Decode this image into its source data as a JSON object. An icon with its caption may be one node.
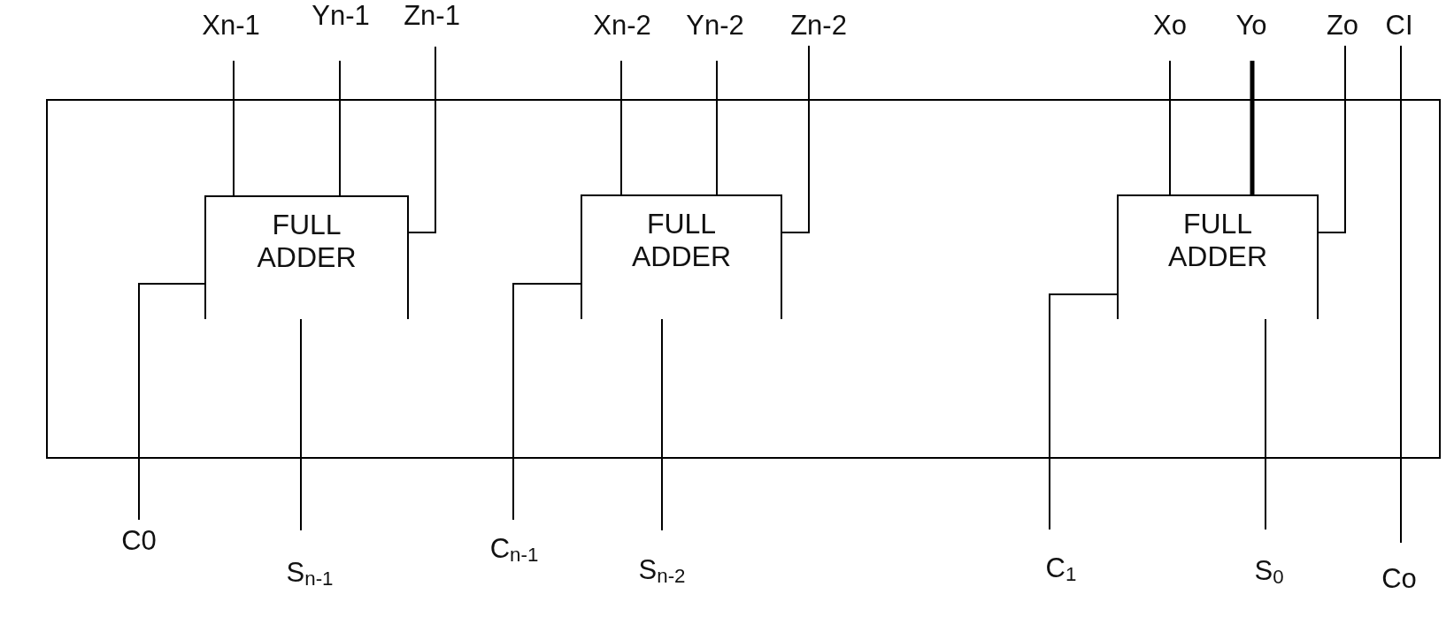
{
  "diagram": {
    "nodes": [
      {
        "text": [
          "Xn-1"
        ]
      },
      {
        "text": [
          "Yn-1"
        ]
      },
      {
        "text": [
          "Zn-1"
        ]
      },
      {
        "text": [
          "Xn-2"
        ]
      },
      {
        "text": [
          "Yn-2"
        ]
      },
      {
        "text": [
          "Zn-2"
        ]
      },
      {
        "text": [
          "Xo"
        ]
      },
      {
        "text": [
          "Yo"
        ]
      },
      {
        "text": [
          "Zo"
        ]
      },
      {
        "text": [
          "CI"
        ]
      },
      {
        "text": [],
        "shape": "box"
      },
      {
        "text": [
          "FULL ADDER"
        ],
        "in": 10
      },
      {
        "text": [
          "FULL ADDER"
        ],
        "in": 10
      },
      {
        "text": [
          "FULL ADDER"
        ],
        "in": 10
      },
      {
        "text": [
          "C0"
        ]
      },
      {
        "text": [
          "S$_{n-1}$"
        ]
      },
      {
        "text": [
          "C$_{n-1}$"
        ]
      },
      {
        "text": [
          "S$_{n-2}$"
        ]
      },
      {
        "text": [
          "C$_{1}$"
        ]
      },
      {
        "text": [
          "S$_{0}$"
        ]
      },
      {
        "text": [
          "Co"
        ]
      }
    ],
    "edges": [
      {
        "from": 0,
        "to": 11,
        "arrow": "none"
      },
      {
        "from": 1,
        "to": 11,
        "arrow": "none"
      },
      {
        "from": 2,
        "to": 11,
        "arrow": "none"
      },
      {
        "from": 11,
        "to": 14,
        "arrow": "none"
      },
      {
        "from": 11,
        "to": 15,
        "arrow": "none"
      },
      {
        "from": 3,
        "to": 12,
        "arrow": "none"
      },
      {
        "from": 4,
        "to": 12,
        "arrow": "none"
      },
      {
        "from": 5,
        "to": 12,
        "arrow": "none"
      },
      {
        "from": 12,
        "to": 16,
        "arrow": "none"
      },
      {
        "from": 12,
        "to": 17,
        "arrow": "none"
      },
      {
        "from": 6,
        "to": 13,
        "arrow": "none"
      },
      {
        "from": 7,
        "to": 13,
        "arrow": "none",
        "style": "thick"
      },
      {
        "from": 8,
        "to": 13,
        "arrow": "none"
      },
      {
        "from": 13,
        "to": 18,
        "arrow": "none"
      },
      {
        "from": 13,
        "to": 19,
        "arrow": "none"
      },
      {
        "from": 9,
        "to": 20,
        "arrow": "none"
      }
    ]
  }
}
